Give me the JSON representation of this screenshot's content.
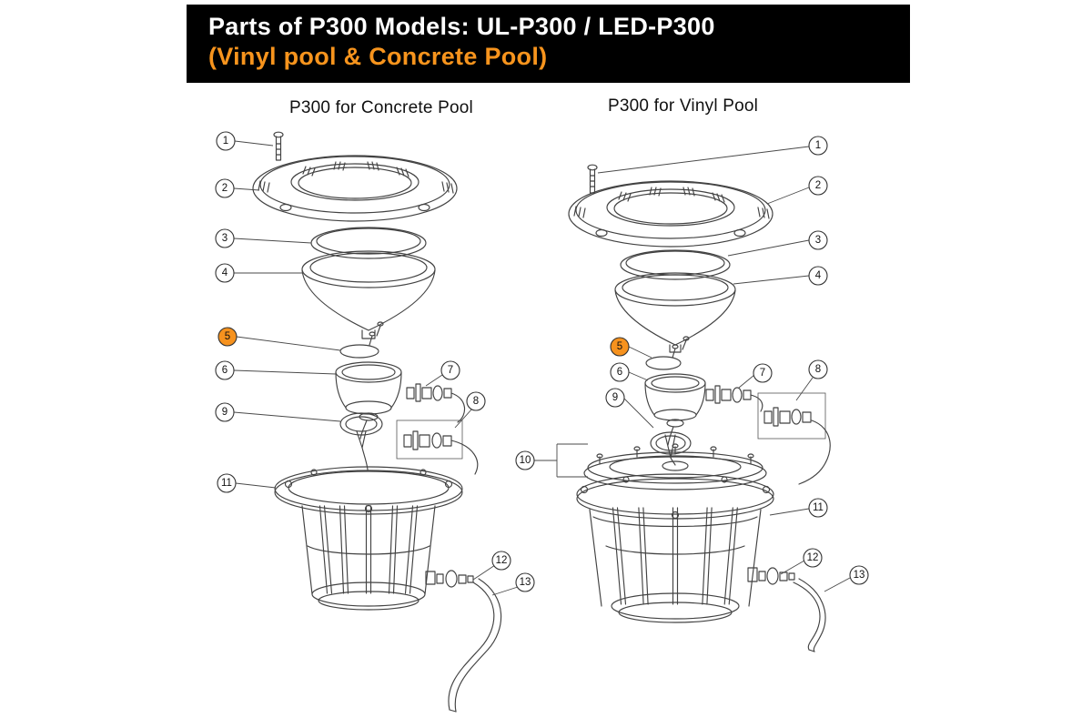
{
  "header": {
    "title_line1": "Parts of P300 Models: UL-P300 / LED-P300",
    "title_line2": "(Vinyl pool & Concrete Pool)",
    "title_color": "#ffffff",
    "subtitle_color": "#f7941d",
    "background": "#000000"
  },
  "highlight_color": "#f6921e",
  "diagrams": {
    "left": {
      "title": "P300 for Concrete Pool",
      "callouts": [
        {
          "n": "1",
          "color": "#ffffff"
        },
        {
          "n": "2",
          "color": "#ffffff"
        },
        {
          "n": "3",
          "color": "#ffffff"
        },
        {
          "n": "4",
          "color": "#ffffff"
        },
        {
          "n": "5",
          "color": "#f6921e"
        },
        {
          "n": "6",
          "color": "#ffffff"
        },
        {
          "n": "7",
          "color": "#ffffff"
        },
        {
          "n": "8",
          "color": "#ffffff"
        },
        {
          "n": "9",
          "color": "#ffffff"
        },
        {
          "n": "11",
          "color": "#ffffff"
        },
        {
          "n": "12",
          "color": "#ffffff"
        },
        {
          "n": "13",
          "color": "#ffffff"
        }
      ]
    },
    "right": {
      "title": "P300 for Vinyl Pool",
      "callouts": [
        {
          "n": "1",
          "color": "#ffffff"
        },
        {
          "n": "2",
          "color": "#ffffff"
        },
        {
          "n": "3",
          "color": "#ffffff"
        },
        {
          "n": "4",
          "color": "#ffffff"
        },
        {
          "n": "5",
          "color": "#f6921e"
        },
        {
          "n": "6",
          "color": "#ffffff"
        },
        {
          "n": "7",
          "color": "#ffffff"
        },
        {
          "n": "8",
          "color": "#ffffff"
        },
        {
          "n": "9",
          "color": "#ffffff"
        },
        {
          "n": "10",
          "color": "#ffffff"
        },
        {
          "n": "11",
          "color": "#ffffff"
        },
        {
          "n": "12",
          "color": "#ffffff"
        },
        {
          "n": "13",
          "color": "#ffffff"
        }
      ]
    }
  }
}
